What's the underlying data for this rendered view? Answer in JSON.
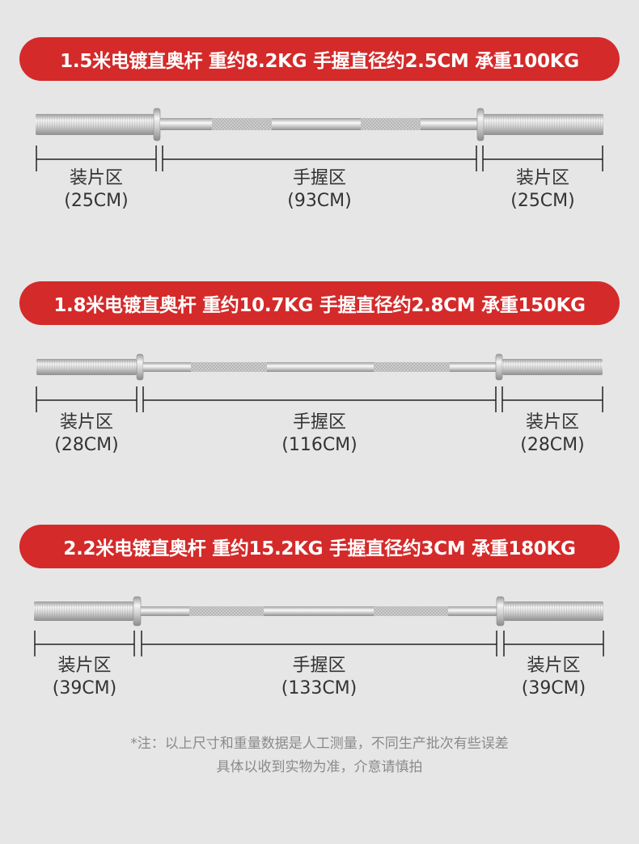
{
  "bars": [
    {
      "title": "1.5米电镀直奥杆 重约8.2KG 手握直径约2.5CM 承重100KG",
      "left_zone": {
        "name": "装片区",
        "length": "(25CM)"
      },
      "grip_zone": {
        "name": "手握区",
        "length": "(93CM)"
      },
      "right_zone": {
        "name": "装片区",
        "length": "(25CM)"
      }
    },
    {
      "title": "1.8米电镀直奥杆 重约10.7KG 手握直径约2.8CM 承重150KG",
      "left_zone": {
        "name": "装片区",
        "length": "(28CM)"
      },
      "grip_zone": {
        "name": "手握区",
        "length": "(116CM)"
      },
      "right_zone": {
        "name": "装片区",
        "length": "(28CM)"
      }
    },
    {
      "title": "2.2米电镀直奥杆 重约15.2KG 手握直径约3CM 承重180KG",
      "left_zone": {
        "name": "装片区",
        "length": "(39CM)"
      },
      "grip_zone": {
        "name": "手握区",
        "length": "(133CM)"
      },
      "right_zone": {
        "name": "装片区",
        "length": "(39CM)"
      }
    }
  ],
  "note": {
    "line1": "*注：以上尺寸和重量数据是人工测量，不同生产批次有些误差",
    "line2": "具体以收到实物为准，介意请慎拍"
  },
  "colors": {
    "banner": "#d42a2a",
    "background": "#e6e6e6",
    "metal": "#c8c8c8"
  }
}
